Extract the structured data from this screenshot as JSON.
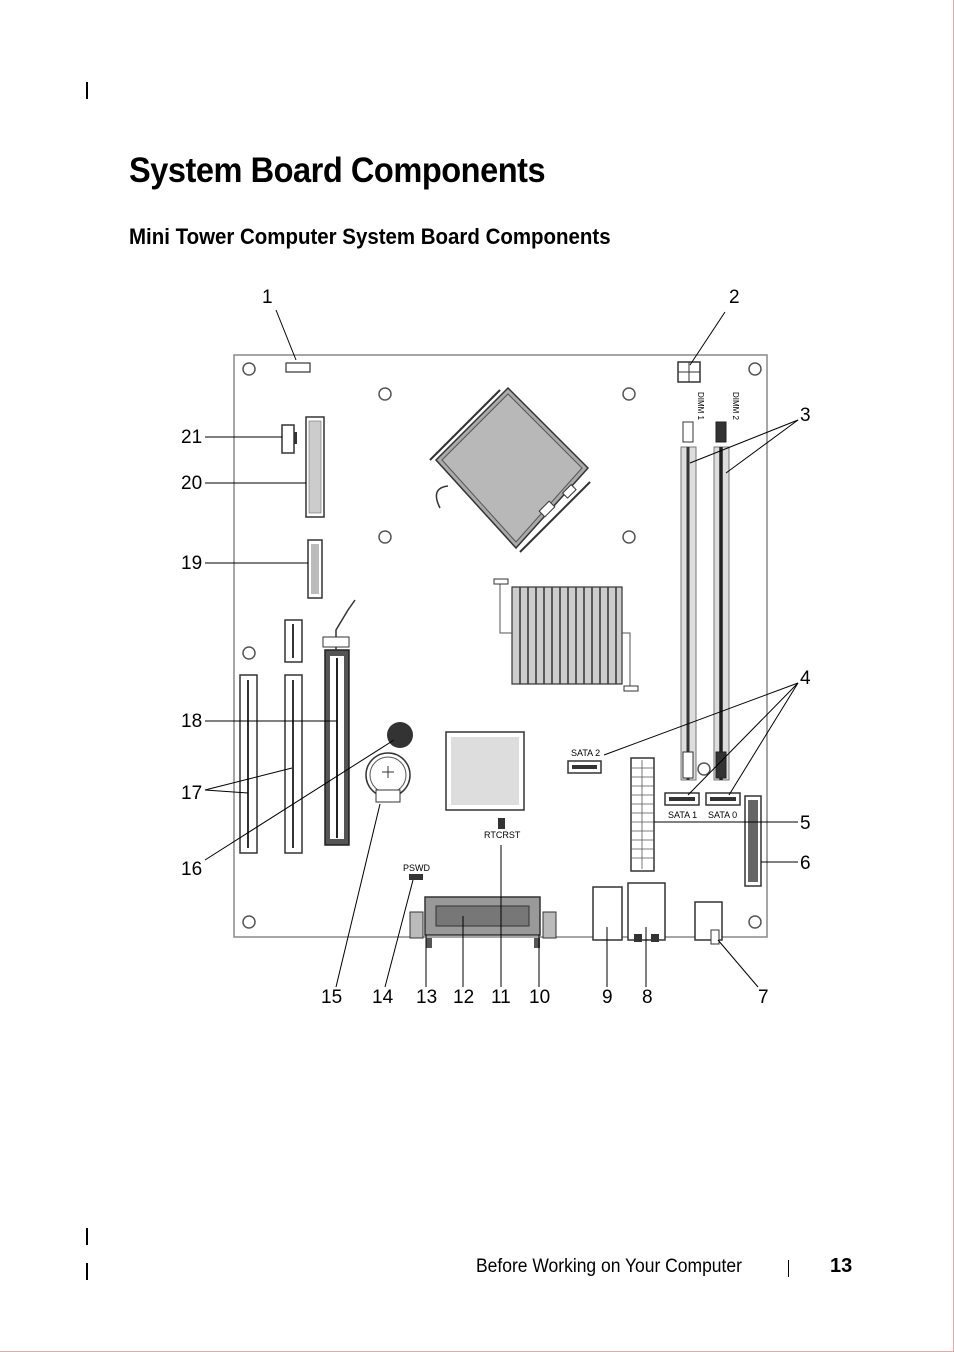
{
  "page": {
    "title": "System Board Components",
    "subtitle": "Mini Tower Computer System Board Components"
  },
  "figure": {
    "callouts": [
      "1",
      "2",
      "3",
      "4",
      "5",
      "6",
      "7",
      "8",
      "9",
      "10",
      "11",
      "12",
      "13",
      "14",
      "15",
      "16",
      "17",
      "18",
      "19",
      "20",
      "21"
    ],
    "board_labels": {
      "dimm1": "DIMM 1",
      "dimm2": "DIMM 2",
      "sata0": "SATA 0",
      "sata1": "SATA 1",
      "sata2": "SATA 2",
      "rtcrst": "RTCRST",
      "pswd": "PSWD"
    }
  },
  "footer": {
    "section": "Before Working on Your Computer",
    "page_number": "13"
  }
}
